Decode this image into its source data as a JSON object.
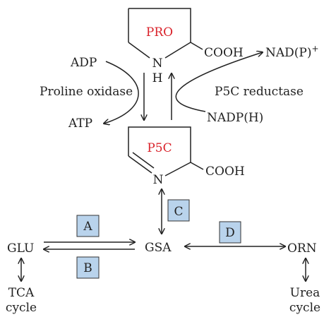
{
  "colors": {
    "text": "#222222",
    "ring_label": "#d9222a",
    "box_fill": "#b9d3ec",
    "box_stroke": "#333333",
    "line": "#222222"
  },
  "pro_ring": {
    "label": "PRO",
    "cooh": "COOH",
    "n": "N",
    "h": "H"
  },
  "p5c_ring": {
    "label": "P5C",
    "cooh": "COOH",
    "n": "N"
  },
  "proline_oxidase": {
    "label": "Proline oxidase",
    "input": "ADP",
    "output": "ATP"
  },
  "p5c_reductase": {
    "label": "P5C reductase",
    "input": "NADP(H)",
    "output_main": "NAD(P)",
    "output_sup": "+"
  },
  "nodes": {
    "glu": "GLU",
    "gsa": "GSA",
    "orn": "ORN",
    "tca_line1": "TCA",
    "tca_line2": "cycle",
    "urea_line1": "Urea",
    "urea_line2": "cycle"
  },
  "boxes": {
    "a": "A",
    "b": "B",
    "c": "C",
    "d": "D"
  }
}
